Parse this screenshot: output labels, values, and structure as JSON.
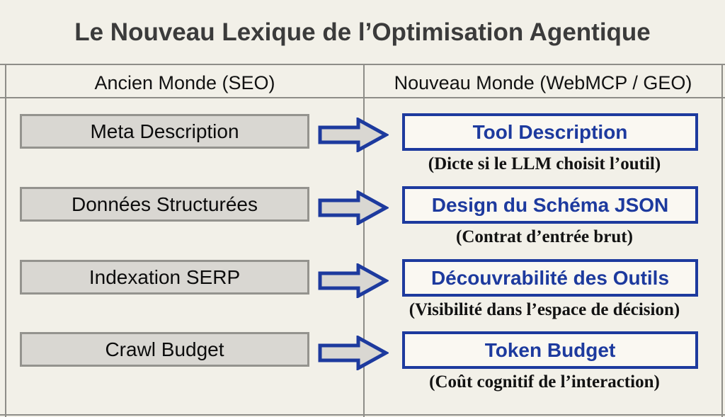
{
  "title": "Le Nouveau Lexique de l’Optimisation Agentique",
  "columns": {
    "old_header": "Ancien Monde (SEO)",
    "new_header": "Nouveau Monde (WebMCP / GEO)"
  },
  "rows": [
    {
      "old_term": "Meta Description",
      "new_term": "Tool Description",
      "caption": "(Dicte si le LLM choisit l’outil)"
    },
    {
      "old_term": "Données Structurées",
      "new_term": "Design du Schéma JSON",
      "caption": "(Contrat d’entrée brut)"
    },
    {
      "old_term": "Indexation SERP",
      "new_term": "Découvrabilité des Outils",
      "caption": "(Visibilité dans l’espace de décision)"
    },
    {
      "old_term": "Crawl Budget",
      "new_term": "Token Budget",
      "caption": "(Coût cognitif de l’interaction)"
    }
  ],
  "icons": {
    "arrow": "right-arrow"
  },
  "colors": {
    "background": "#f2f0e8",
    "accent_blue": "#1d3a9e",
    "box_gray": "#d9d7d2",
    "grid_line": "#8e8d88",
    "title_text": "#3b3b3b"
  }
}
